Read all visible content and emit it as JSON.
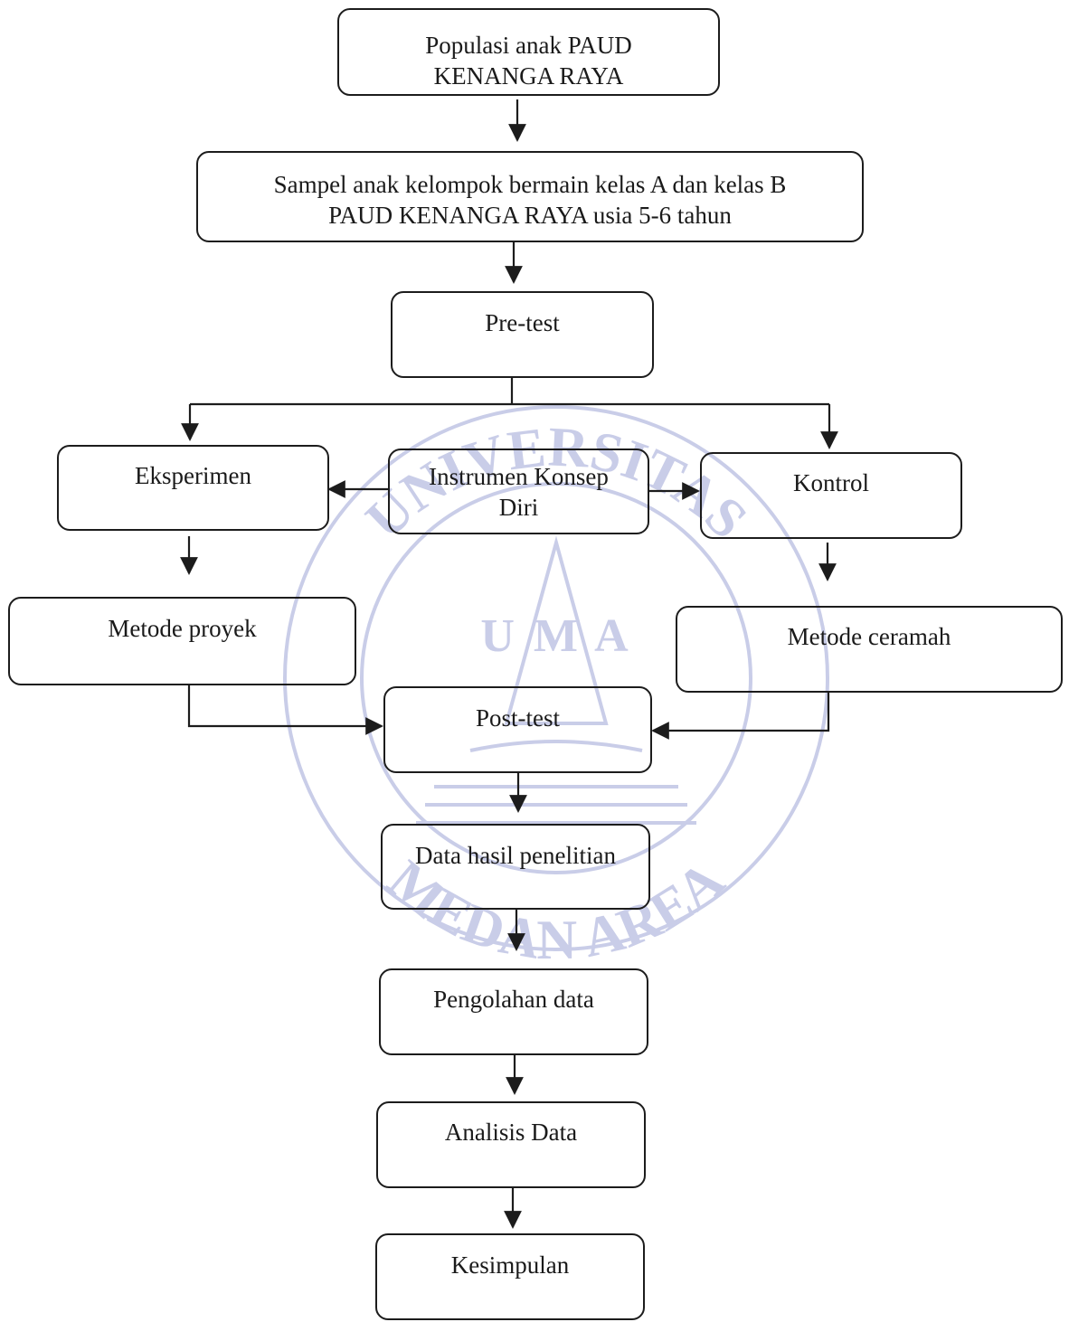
{
  "diagram": {
    "watermark": {
      "text_top": "UNIVERSITAS",
      "text_bottom": "MEDAN AREA",
      "emblem_letters": "U M A"
    },
    "nodes": {
      "populasi": "Populasi anak PAUD\nKENANGA RAYA",
      "sampel": "Sampel anak kelompok bermain kelas A dan kelas B\nPAUD KENANGA RAYA usia 5-6 tahun",
      "pretest": "Pre-test",
      "eksperimen": "Eksperimen",
      "instrumen": "Instrumen Konsep\nDiri",
      "kontrol": "Kontrol",
      "metode_proyek": "Metode proyek",
      "metode_ceramah": "Metode ceramah",
      "posttest": "Post-test",
      "data_hasil": "Data hasil penelitian",
      "pengolahan": "Pengolahan data",
      "analisis": "Analisis Data",
      "kesimpulan": "Kesimpulan"
    },
    "colors": {
      "line": "#1c1c1c",
      "watermark": "#c9cde8"
    }
  }
}
